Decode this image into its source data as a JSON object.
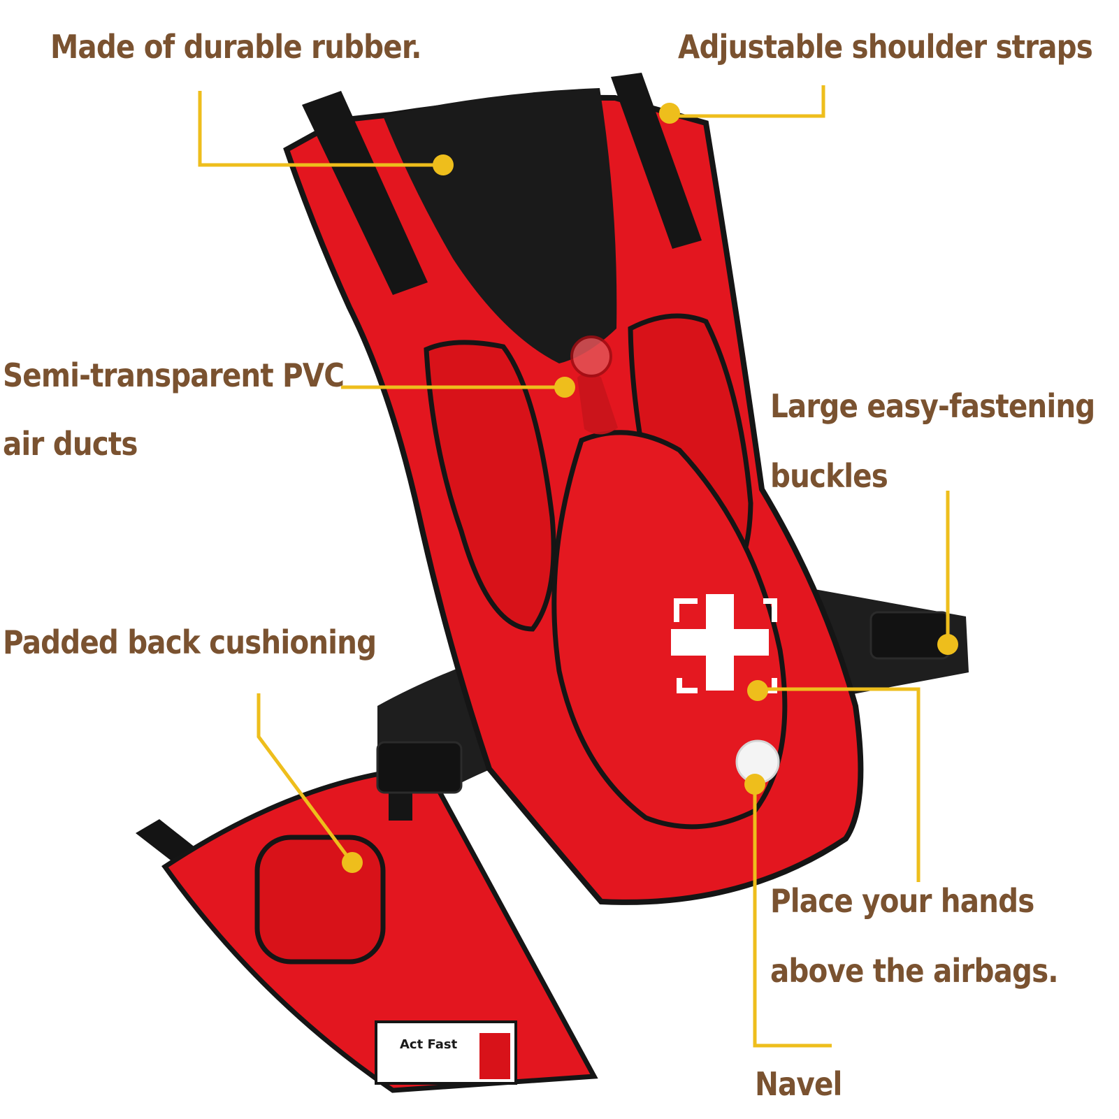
{
  "colors": {
    "label_text": "#7a5230",
    "leader_line": "#eebe1c",
    "vest_red": "#e3161f",
    "vest_edge": "#151515",
    "dark_panel": "#1a1a1a",
    "cross_white": "#ffffff",
    "background": "#ffffff"
  },
  "callouts": {
    "rubber": "Made of durable rubber.",
    "straps": "Adjustable shoulder straps",
    "pvc_line1": "Semi-transparent PVC",
    "pvc_line2": "air ducts",
    "buckles_line1": "Large easy-fastening",
    "buckles_line2": "buckles",
    "padded": "Padded back cushioning",
    "hands_line1": "Place your hands",
    "hands_line2": "above the airbags.",
    "navel": "Navel"
  },
  "product": {
    "brand_label": "Act Fast",
    "icon_names": [
      "first-aid-cross-icon",
      "navel-button-icon"
    ]
  }
}
